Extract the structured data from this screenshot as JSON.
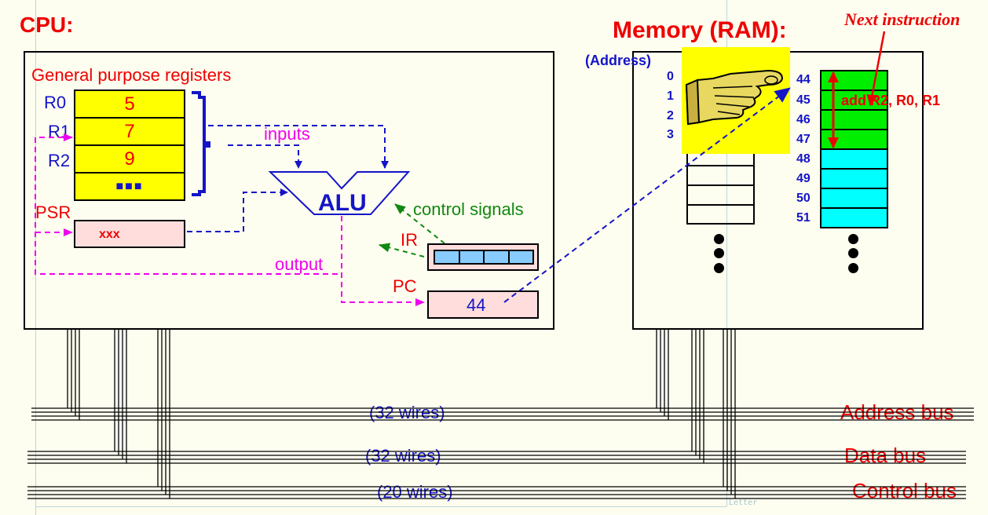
{
  "cpu": {
    "title": "CPU:",
    "gpr_label": "General purpose registers",
    "registers": [
      {
        "name": "R0",
        "value": "5"
      },
      {
        "name": "R1",
        "value": "7"
      },
      {
        "name": "R2",
        "value": "9"
      },
      {
        "name": "",
        "value": "■■■"
      }
    ],
    "psr": {
      "name": "PSR",
      "value": "xxx"
    },
    "alu_label": "ALU",
    "inputs_label": "inputs",
    "output_label": "output",
    "control_signals_label": "control signals",
    "ir": {
      "name": "IR",
      "fields": 4
    },
    "pc": {
      "name": "PC",
      "value": "44"
    }
  },
  "memory": {
    "title": "Memory (RAM):",
    "address_label": "(Address)",
    "low_addresses": [
      "0",
      "1",
      "2",
      "3"
    ],
    "high_addresses": [
      "44",
      "45",
      "46",
      "47",
      "48",
      "49",
      "50",
      "51"
    ],
    "instruction_text": "add R2, R0, R1",
    "next_instruction_label": "Next instruction",
    "pointer_image": "pointing-hand"
  },
  "buses": [
    {
      "name": "Address bus",
      "wires": "(32 wires)"
    },
    {
      "name": "Data bus",
      "wires": "(32 wires)"
    },
    {
      "name": "Control bus",
      "wires": "(20 wires)"
    }
  ],
  "page_label": "Letter",
  "colors": {
    "register_fill": "#ffff00",
    "pink_register": "#ffdddd",
    "instruction_cells": "#00ee00",
    "data_cells": "#00ffff",
    "ir_fields": "#88ccff",
    "label_red": "#ee0000",
    "label_blue": "#1414c8"
  }
}
